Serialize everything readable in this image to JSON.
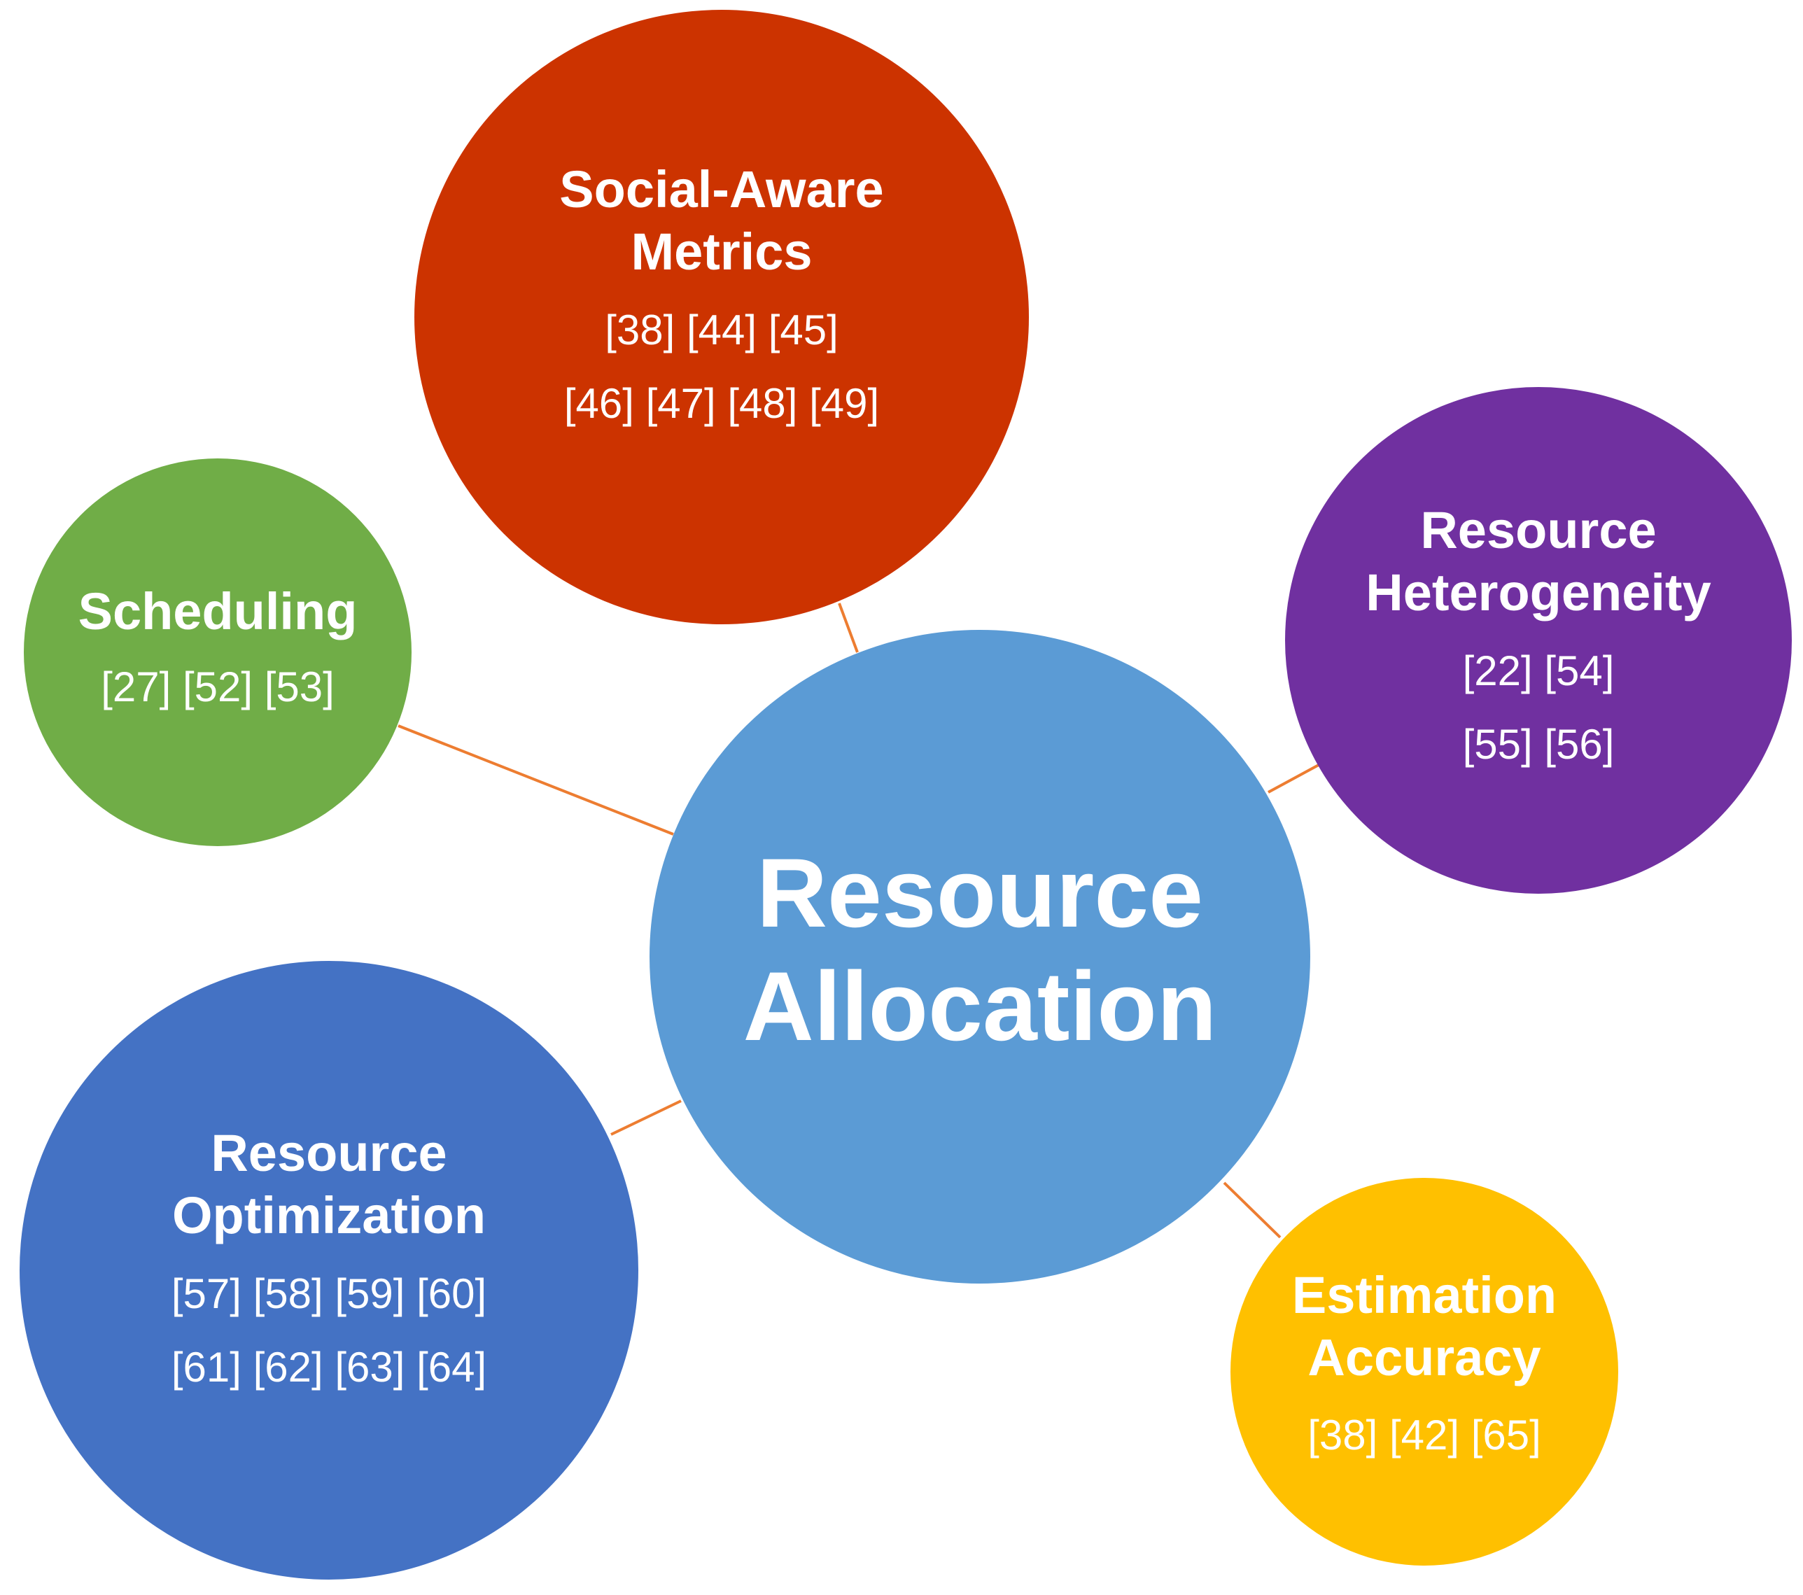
{
  "diagram": {
    "connector_color": "#ed7d31",
    "center": {
      "title": "Resource\nAllocation",
      "color": "#5b9bd5"
    },
    "nodes": [
      {
        "id": "social",
        "title": "Social-Aware\nMetrics",
        "refs": "[38] [44] [45]\n[46] [47] [48] [49]",
        "color": "#cc3300"
      },
      {
        "id": "scheduling",
        "title": "Scheduling",
        "refs": "[27] [52] [53]",
        "color": "#70ad47"
      },
      {
        "id": "hetero",
        "title": "Resource\nHeterogeneity",
        "refs": "[22] [54]\n[55] [56]",
        "color": "#7030a0"
      },
      {
        "id": "optim",
        "title": "Resource\nOptimization",
        "refs": "[57] [58] [59] [60]\n[61] [62] [63] [64]",
        "color": "#4472c4"
      },
      {
        "id": "estim",
        "title": "Estimation\nAccuracy",
        "refs": "[38] [42] [65]",
        "color": "#ffc000"
      }
    ]
  }
}
